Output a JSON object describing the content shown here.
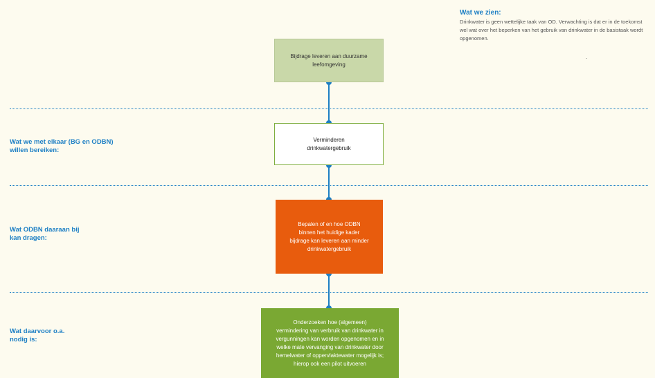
{
  "note": {
    "title": "Wat we zien:",
    "body": "Drinkwater is geen wettelijke taak van OD. Verwachting is dat er in de toekomst wel wat over het beperken van het gebruik van drinkwater in de basistaak wordt opgenomen.",
    "trailing_mark": "."
  },
  "rows": [
    {
      "label": ""
    },
    {
      "label": "Wat we met elkaar (BG en ODBN)\nwillen bereiken:"
    },
    {
      "label": "Wat ODBN daaraan bij\nkan dragen:"
    },
    {
      "label": "Wat daarvoor o.a.\nnodig is:"
    }
  ],
  "boxes": [
    {
      "text": "Bijdrage leveren aan duurzame\nleefomgeving",
      "color": "#c9d8a9"
    },
    {
      "text": "Verminderen\ndrinkwatergebruik",
      "color": "#ffffff"
    },
    {
      "text": "Bepalen of en hoe ODBN\nbinnen het huidige kader\nbijdrage kan leveren aan minder\ndrinkwatergebruik",
      "color": "#e85c0d"
    },
    {
      "text": "Onderzoeken hoe (algemeen)\nvermindering van verbruik van drinkwater in\nvergunningen kan worden opgenomen en in\nwelke mate vervanging van drinkwater door\nhemelwater of oppervlaktewater mogelijk is;\nhierop ook een pilot uitvoeren",
      "color": "#7aa833"
    }
  ],
  "colors": {
    "accent": "#1d7fc4",
    "connector": "#1d7fc4"
  }
}
